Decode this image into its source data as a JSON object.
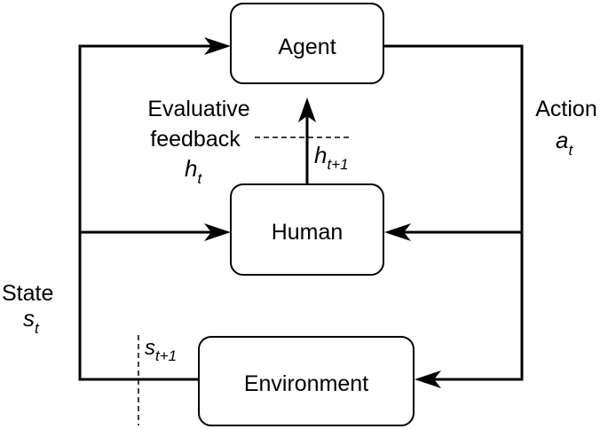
{
  "nodes": {
    "agent": "Agent",
    "human": "Human",
    "environment": "Environment"
  },
  "labels": {
    "feedback_line1": "Evaluative",
    "feedback_line2": "feedback",
    "feedback_symbol": "h",
    "feedback_sub": "t",
    "feedback_next_symbol": "h",
    "feedback_next_sub": "t+1",
    "action_word": "Action",
    "action_symbol": "a",
    "action_sub": "t",
    "state_word": "State",
    "state_symbol": "s",
    "state_sub": "t",
    "state_next_symbol": "s",
    "state_next_sub": "t+1"
  }
}
